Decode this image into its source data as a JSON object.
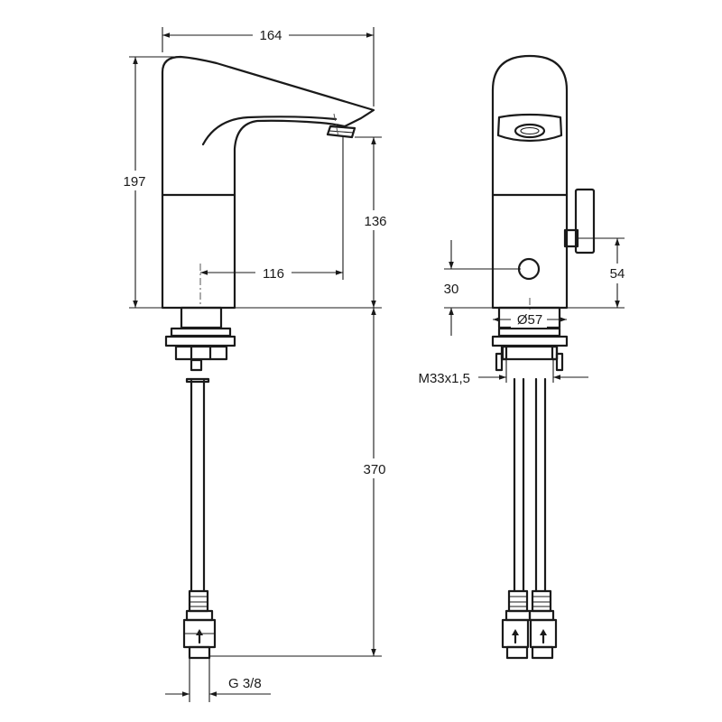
{
  "dimensions": {
    "overall_width": "164",
    "overall_height": "197",
    "spout_height": "136",
    "spout_reach": "116",
    "hose_length": "370",
    "connection_thread": "G 3/8",
    "sensor_height": "30",
    "lever_height": "54",
    "base_diameter": "Ø57",
    "mounting_thread": "M33x1,5"
  },
  "icons": {
    "flow_arrow": "arrow-up-icon"
  }
}
